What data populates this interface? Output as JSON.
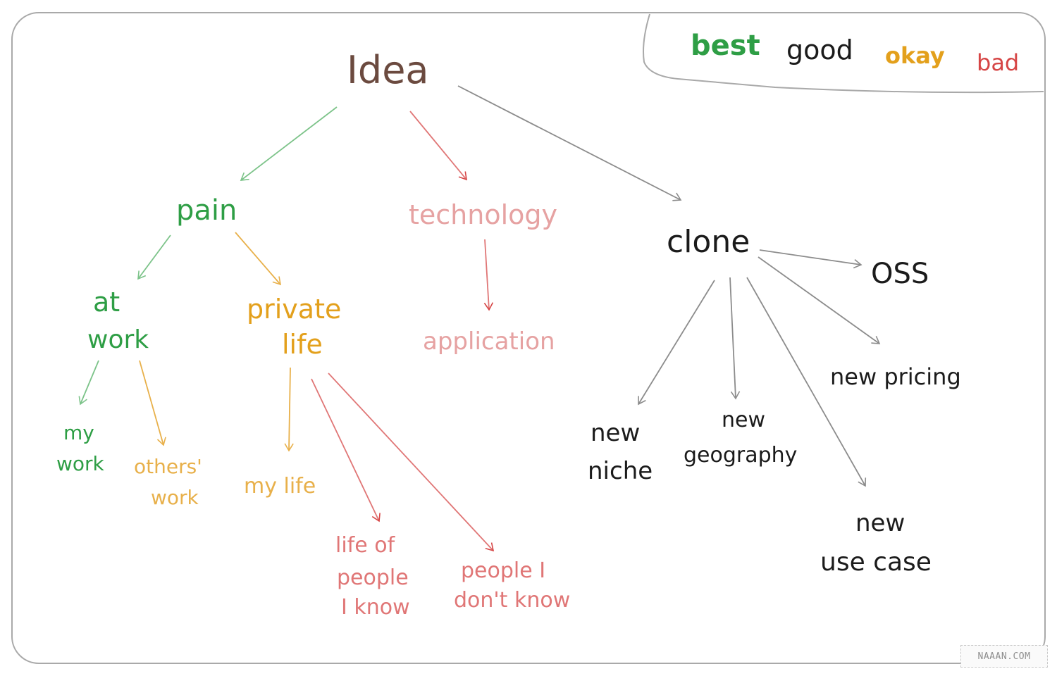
{
  "colors": {
    "best": "#2e9e45",
    "good": "#1b1b1b",
    "okay": "#e3a01c",
    "bad": "#d64545",
    "root": "#6b4a3f",
    "technology": "#e6a2a2",
    "people": "#e07676",
    "edge": "#8c8c8c",
    "frame": "#a9a9a9"
  },
  "legend": {
    "best": "best",
    "good": "good",
    "okay": "okay",
    "bad": "bad"
  },
  "nodes": {
    "idea": "Idea",
    "pain": "pain",
    "technology": "technology",
    "clone": "clone",
    "at_work": [
      "at",
      "work"
    ],
    "private_life": [
      "private",
      "life"
    ],
    "application": "application",
    "oss": "OSS",
    "new_pricing": "new pricing",
    "new_niche": [
      "new",
      "niche"
    ],
    "new_geography": [
      "new",
      "geography"
    ],
    "new_use_case": [
      "new",
      "use case"
    ],
    "my_work": [
      "my",
      "work"
    ],
    "others_work": [
      "others'",
      "work"
    ],
    "my_life": "my life",
    "life_of_people_i_know": [
      "life of",
      "people",
      "I know"
    ],
    "people_i_dont_know": [
      "people I",
      "don't know"
    ]
  },
  "watermark": "NAAAN.COM"
}
